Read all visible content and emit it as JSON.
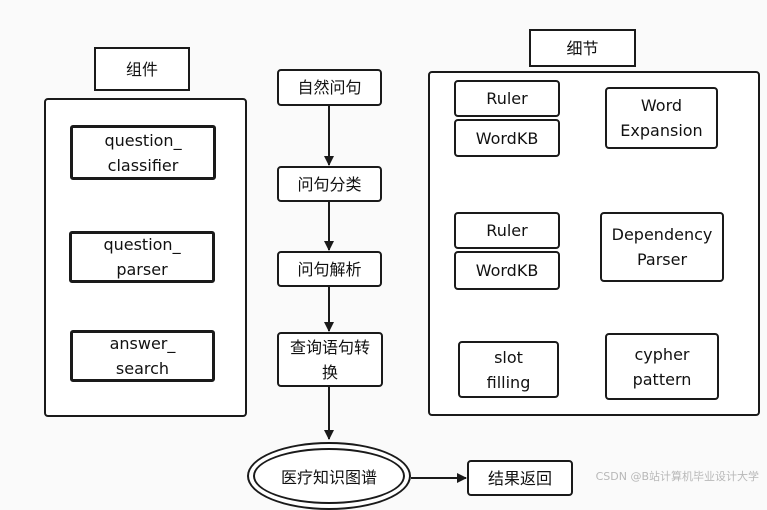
{
  "labels": {
    "components": "组件",
    "details": "细节"
  },
  "components": {
    "classifier": "question_\nclassifier",
    "parser": "question_\nparser",
    "search": "answer_\nsearch"
  },
  "flow": {
    "natural_question": "自然问句",
    "classification": "问句分类",
    "parsing": "问句解析",
    "query_conversion": "查询语句转\n换",
    "medical_kg": "医疗知识图谱",
    "result_return": "结果返回"
  },
  "details": {
    "ruler_1": "Ruler",
    "wordkb_1": "WordKB",
    "word_expansion": "Word\nExpansion",
    "ruler_2": "Ruler",
    "wordkb_2": "WordKB",
    "dependency_parser": "Dependency\nParser",
    "slot_filling": "slot\nfilling",
    "cypher_pattern": "cypher\npattern"
  },
  "watermark": "CSDN @B站计算机毕业设计大学"
}
